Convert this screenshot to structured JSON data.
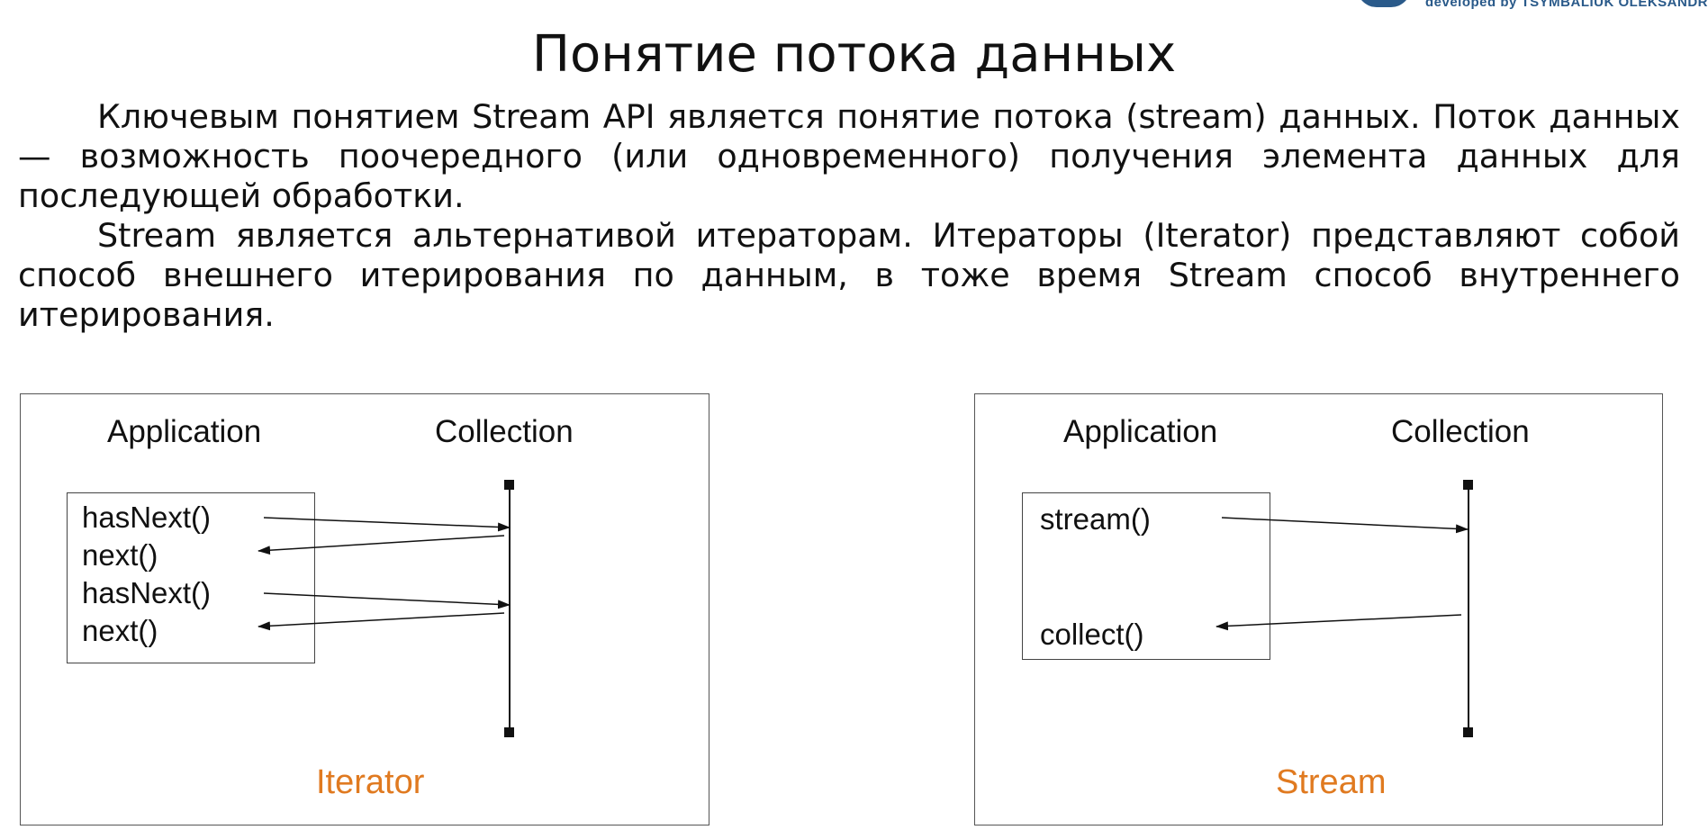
{
  "credit": "developed by TSYMBALIUK OLEKSANDR",
  "title": "Понятие потока данных",
  "paragraphs": [
    "Ключевым понятием Stream API является понятие потока (stream) данных. Поток данных — возможность поочередного (или одновременного) получения элемента данных для последующей обработки.",
    "Stream является альтернативой итераторам. Итераторы (Iterator) представляют собой способ внешнего итерирования по данным, в тоже время Stream способ внутреннего итерирования."
  ],
  "iterator_panel": {
    "app_label": "Application",
    "collection_label": "Collection",
    "methods": [
      "hasNext()",
      "next()",
      "hasNext()",
      "next()"
    ],
    "caption": "Iterator"
  },
  "stream_panel": {
    "app_label": "Application",
    "collection_label": "Collection",
    "methods": [
      "stream()",
      "collect()"
    ],
    "caption": "Stream"
  },
  "colors": {
    "caption": "#e07a20",
    "credit": "#2a5a8a",
    "line": "#111111"
  }
}
